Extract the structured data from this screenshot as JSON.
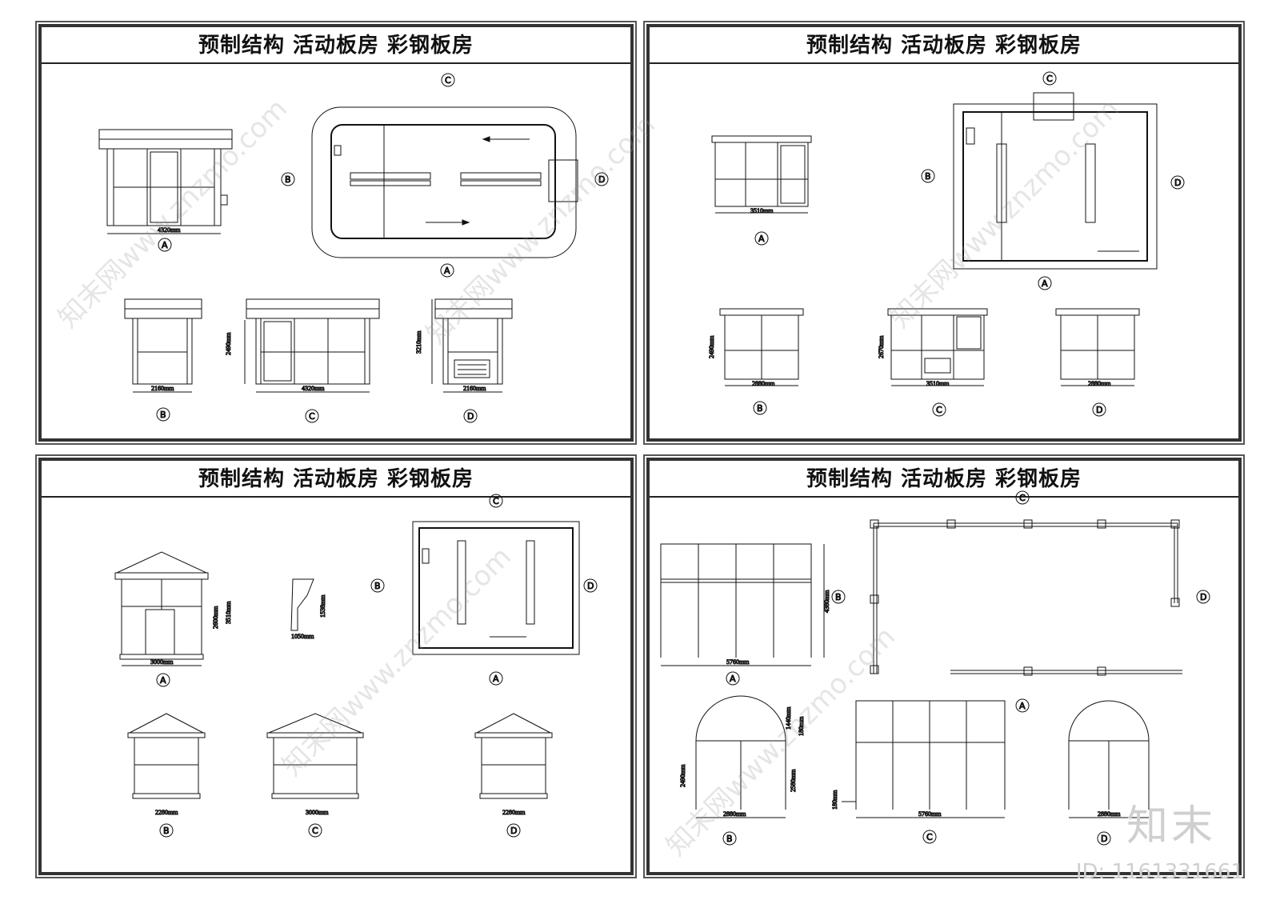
{
  "panels": [
    {
      "title": "预制结构  活动板房  彩钢板房",
      "dims": {
        "plan": "4320mm",
        "b": "2160mm",
        "c": "4320mm",
        "d": "2160mm",
        "c_h": "2490mm",
        "d_h": "3210mm"
      },
      "labels": {
        "a": "A",
        "b": "B",
        "c": "C",
        "d": "D"
      }
    },
    {
      "title": "预制结构  活动板房  彩钢板房",
      "dims": {
        "plan": "3510mm",
        "b": "2880mm",
        "c": "3510mm",
        "d": "2880mm",
        "b_h": "2490mm",
        "c_h": "2670mm"
      },
      "labels": {
        "a": "A",
        "b": "B",
        "c": "C",
        "d": "D"
      }
    },
    {
      "title": "预制结构  活动板房  彩钢板房",
      "dims": {
        "a": "3000mm",
        "a_h1": "2600mm",
        "a_h2": "3510mm",
        "profile_w": "1050mm",
        "profile_h": "1538mm",
        "b": "2280mm",
        "c": "3000mm",
        "d": "2280mm"
      },
      "labels": {
        "a": "A",
        "b": "B",
        "c": "C",
        "d": "D"
      }
    },
    {
      "title": "预制结构  活动板房  彩钢板房",
      "dims": {
        "a": "5760mm",
        "a_h": "4380mm",
        "b": "2880mm",
        "b_h1": "1440mm",
        "b_h2": "2490mm",
        "b_h3": "180mm",
        "c": "5760mm",
        "c_h": "2580mm",
        "c_h2": "180mm",
        "d": "2880mm"
      },
      "labels": {
        "a": "A",
        "b": "B",
        "c": "C",
        "d": "D"
      }
    }
  ],
  "watermark": "知末网www.znzmo.com",
  "logo": "知末",
  "image_id": "ID: 1161331661"
}
